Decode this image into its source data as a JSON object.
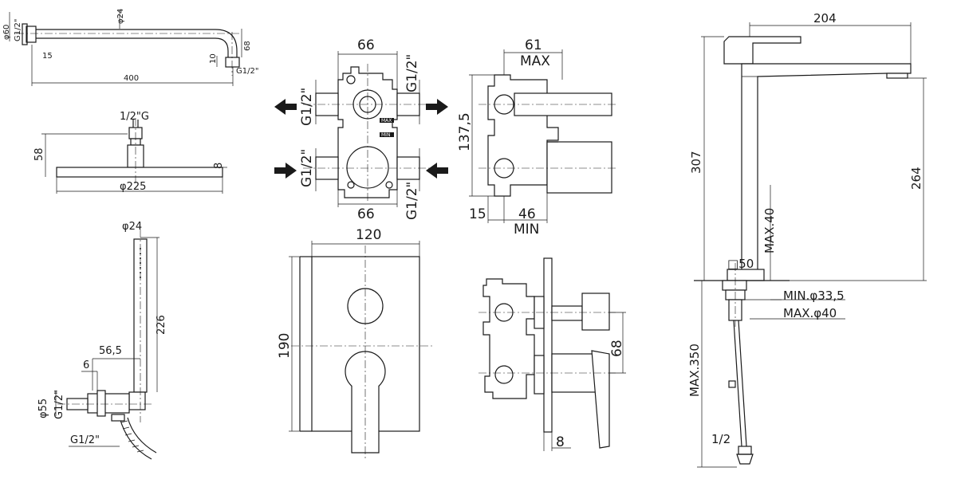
{
  "dimensions": {
    "arm": {
      "wall_plate_dia": "φ60",
      "thread": "G1/2\"",
      "pipe_dia": "φ24",
      "offset": "15",
      "length": "400",
      "drop": "68",
      "tip": "10",
      "outlet_thread": "G1/2\""
    },
    "head": {
      "thread": "1/2\"G",
      "height": "58",
      "thickness": "8",
      "diameter": "φ225"
    },
    "hand": {
      "dia": "φ24",
      "length": "226",
      "offset": "56,5",
      "gap": "6",
      "plate_dia": "φ55",
      "thread": "G1/2\"",
      "bottom_thread": "G1/2\""
    },
    "body_front": {
      "top_width": "66",
      "bottom_width": "66",
      "left_top": "G1/2\"",
      "right_top": "G1/2\"",
      "left_bottom": "G1/2\"",
      "right_bottom": "G1/2\"",
      "mark_max": "MAX",
      "mark_min": "MIN"
    },
    "body_side": {
      "depth": "61",
      "depth_note": "MAX",
      "height": "137,5",
      "back": "15",
      "min_depth": "46",
      "min_note": "MIN"
    },
    "plate": {
      "width": "120",
      "height": "190"
    },
    "assembled": {
      "spacing": "68",
      "plate_thickness": "8"
    },
    "mixer": {
      "reach": "204",
      "height": "307",
      "spout_height": "264",
      "deck_max": "MAX.40",
      "base": "□50",
      "hole_min": "MIN.φ33,5",
      "hole_max": "MAX.φ40",
      "hose_max": "MAX.350",
      "hose_thread": "1/2"
    }
  }
}
